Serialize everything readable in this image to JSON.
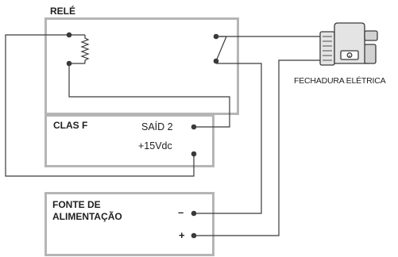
{
  "relay": {
    "title": "RELÉ"
  },
  "clas": {
    "title": "CLAS F",
    "output_label": "SAÍD 2",
    "voltage_label": "+15Vdc"
  },
  "power_supply": {
    "title": "FONTE DE\nALIMENTAÇÃO",
    "minus_label": "–",
    "plus_label": "+"
  },
  "lock": {
    "label": "FECHADURA ELÉTRICA"
  },
  "colors": {
    "box_border": "#b5b5b5",
    "wire": "#3a3a3a",
    "terminal": "#3a3a3a",
    "lock_fill": "#e4e4e4",
    "text": "#1f1f1f"
  }
}
